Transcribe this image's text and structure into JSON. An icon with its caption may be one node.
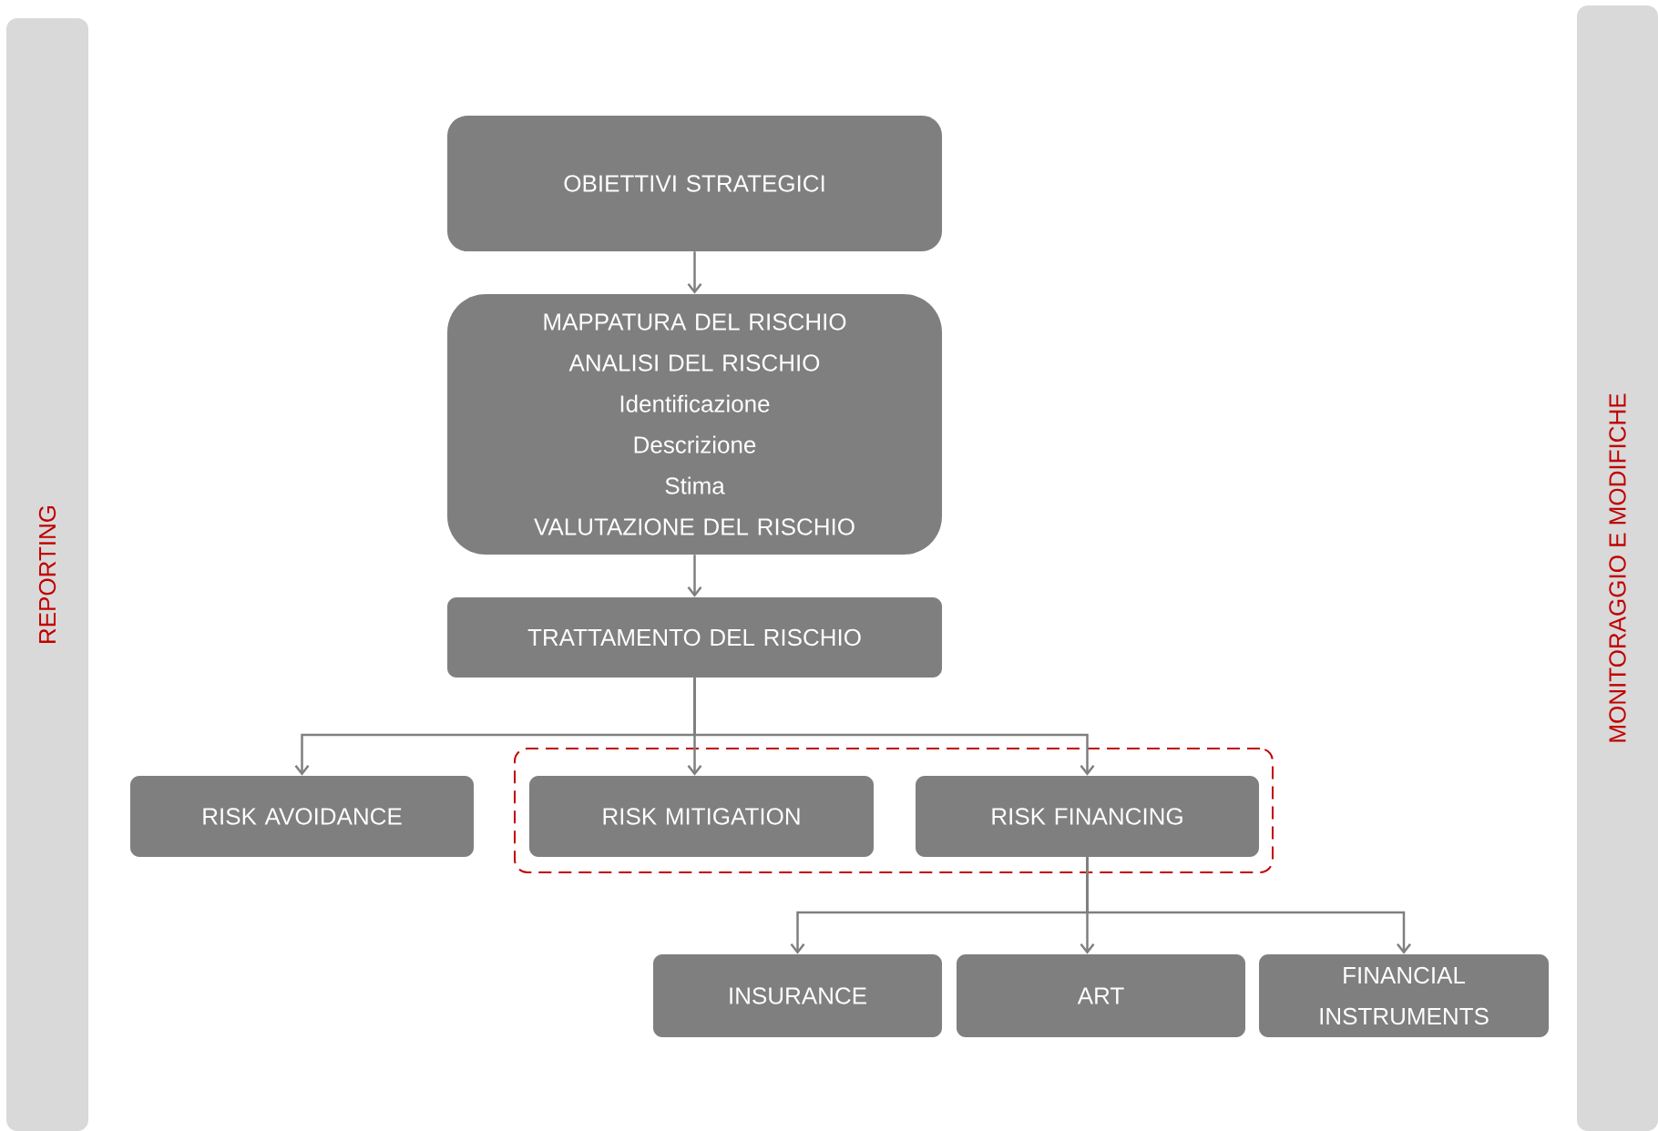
{
  "diagram": {
    "nodes": [
      {
        "text": [
          "REPORTING"
        ]
      },
      {
        "text": [
          "MONITORAGGIO E MODIFICHE"
        ]
      },
      {
        "text": [
          "OBIETTIVI STRATEGICI"
        ]
      },
      {
        "text": [
          "MAPPATURA DEL RISCHIO",
          "ANALISI DEL RISCHIO",
          "Identificazione",
          "Descrizione",
          "Stima",
          "VALUTAZIONE DEL RISCHIO"
        ]
      },
      {
        "text": [
          "TRATTAMENTO DEL RISCHIO"
        ]
      },
      {
        "text": [],
        "shape": "box"
      },
      {
        "text": [
          "RISK AVOIDANCE"
        ]
      },
      {
        "text": [
          "RISK MITIGATION"
        ],
        "in": 5
      },
      {
        "text": [
          "RISK FINANCING"
        ],
        "in": 5
      },
      {
        "text": [
          "INSURANCE"
        ]
      },
      {
        "text": [
          "ART"
        ]
      },
      {
        "text": [
          "FINANCIAL INSTRUMENTS"
        ]
      }
    ],
    "edges": [
      {
        "from": 2,
        "to": 3,
        "arrow": "to"
      },
      {
        "from": 3,
        "to": 4,
        "arrow": "to"
      },
      {
        "from": 4,
        "to": 6,
        "arrow": "to"
      },
      {
        "from": 4,
        "to": 7,
        "arrow": "to"
      },
      {
        "from": 4,
        "to": 8,
        "arrow": "to"
      },
      {
        "from": 8,
        "to": 9,
        "arrow": "to"
      },
      {
        "from": 8,
        "to": 10,
        "arrow": "to"
      },
      {
        "from": 8,
        "to": 11,
        "arrow": "to"
      }
    ]
  }
}
